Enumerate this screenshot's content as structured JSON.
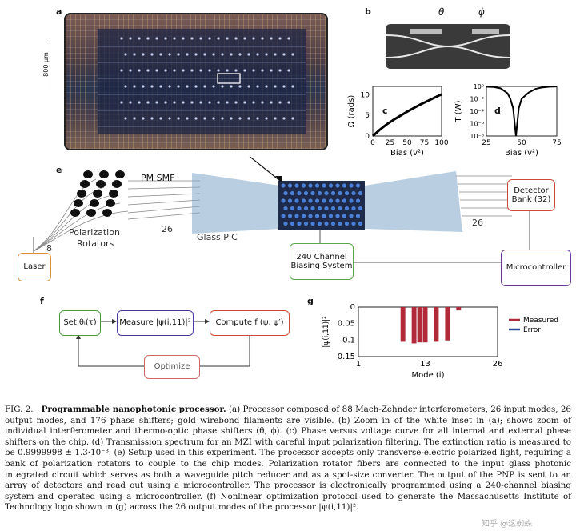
{
  "panels": {
    "a": {
      "label": "a",
      "scale_label": "800 μm"
    },
    "b": {
      "label": "b",
      "theta": "θ",
      "phi": "ϕ"
    },
    "c": {
      "label": "c",
      "ylabel": "Ω (rads)",
      "xlabel": "Bias (v²)"
    },
    "d": {
      "label": "d",
      "ylabel": "T (W)",
      "xlabel": "Bias (v²)"
    },
    "e": {
      "label": "e"
    },
    "f": {
      "label": "f"
    },
    "g": {
      "label": "g"
    }
  },
  "setup": {
    "pm_smf": "PM SMF",
    "pol_rot_1": "Polarization",
    "pol_rot_2": "Rotators",
    "num_in": "26",
    "num_8": "8",
    "glass_pic": "Glass PIC",
    "num_out": "26",
    "laser": "Laser",
    "biasing": "240 Channel Biasing System",
    "detector": "Detector Bank (32)",
    "micro": "Microcontroller"
  },
  "flow": {
    "set": "Set θᵢ(τ)",
    "measure": "Measure |ψ(i,11)|²",
    "compute": "Compute f (ψ, ψ′)",
    "optimize": "Optimize"
  },
  "chart_data": [
    {
      "type": "line",
      "panel": "c",
      "x": [
        0,
        10,
        20,
        30,
        40,
        50,
        60,
        70,
        80,
        90,
        100
      ],
      "y": [
        0,
        1.5,
        2.8,
        3.9,
        4.9,
        5.9,
        6.8,
        7.7,
        8.5,
        9.3,
        10.1
      ],
      "xlabel": "Bias (v²)",
      "ylabel": "Ω (rads)",
      "xticks": [
        "0",
        "25",
        "50",
        "75",
        "100"
      ],
      "yticks": [
        "0",
        "5",
        "10"
      ],
      "xlim": [
        0,
        100
      ],
      "ylim": [
        0,
        12
      ]
    },
    {
      "type": "line",
      "panel": "d",
      "x": [
        25,
        30,
        35,
        40,
        42,
        44,
        46,
        48,
        50,
        55,
        60,
        65,
        70,
        75
      ],
      "y": [
        0.9,
        0.8,
        0.5,
        0.08,
        0.01,
        0.0003,
        1e-08,
        0.0003,
        0.01,
        0.1,
        0.4,
        0.7,
        0.9,
        0.95
      ],
      "xlabel": "Bias (v²)",
      "ylabel": "T (W)",
      "xticks": [
        "25",
        "50",
        "75"
      ],
      "yticks": [
        "10⁰",
        "10⁻²",
        "10⁻⁴",
        "10⁻⁶",
        "10⁻⁸"
      ],
      "xlim": [
        25,
        75
      ],
      "log_y": true
    },
    {
      "type": "bar",
      "panel": "g",
      "categories": [
        8,
        9,
        10,
        11,
        12,
        13,
        14,
        15,
        16,
        17,
        18,
        19,
        20
      ],
      "values": [
        0,
        0.105,
        0,
        0.11,
        0.107,
        0.107,
        0,
        0.105,
        0,
        0.101,
        0,
        0.01,
        0
      ],
      "xlabel": "Mode (i)",
      "ylabel": "|ψ(i,11)|²",
      "xticks": [
        "1",
        "13",
        "26"
      ],
      "yticks": [
        "0",
        "0.05",
        "0.1",
        "0.15"
      ],
      "ylim": [
        0,
        0.15
      ],
      "legend": [
        {
          "name": "Measured",
          "color": "#b02a3a"
        },
        {
          "name": "Error",
          "color": "#2a4b9b"
        }
      ],
      "legend_position": "right"
    }
  ],
  "caption": {
    "fig": "FIG. 2.",
    "title": "Programmable nanophotonic processor.",
    "body": "(a) Processor composed of 88 Mach-Zehnder interferometers, 26 input modes, 26 output modes, and 176 phase shifters; gold wirebond filaments are visible. (b) Zoom in of the white inset in (a); shows zoom of individual interferometer and thermo-optic phase shifters (θ, ϕ). (c) Phase versus voltage curve for all internal and external phase shifters on the chip. (d) Transmission spectrum for an MZI with careful input polarization filtering. The extinction ratio is measured to be 0.9999998 ± 1.3·10⁻⁸. (e) Setup used in this experiment. The processor accepts only transverse-electric polarized light, requiring a bank of polarization rotators to couple to the chip modes. Polarization rotator fibers are connected to the input glass photonic integrated circuit which serves as both a waveguide pitch reducer and as a spot-size converter. The output of the PNP is sent to an array of detectors and read out using a microcontroller. The processor is electronically programmed using a 240-channel biasing system and operated using a microcontroller. (f) Nonlinear optimization protocol used to generate the Massachusetts Institute of Technology logo shown in (g) across the 26 output modes of the processor |ψ(i,11)|²."
  },
  "watermark": "知乎 @这蜘蛛"
}
